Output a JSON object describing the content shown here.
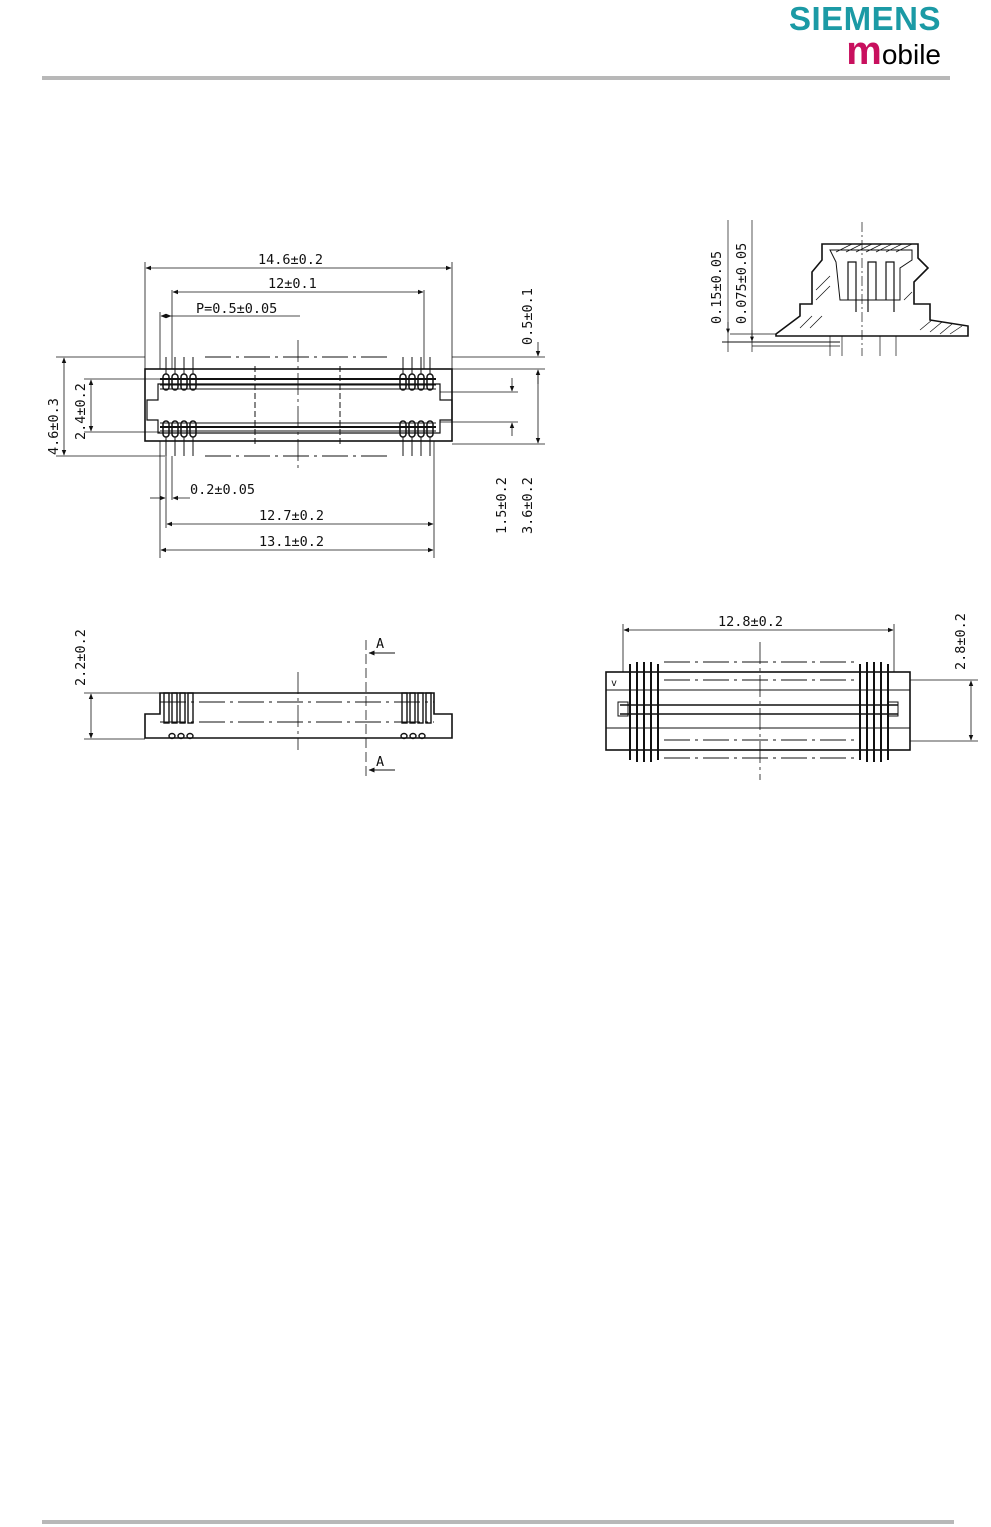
{
  "header": {
    "brand": "SIEMENS",
    "sub_initial": "m",
    "sub_rest": "obile",
    "brand_color": "#1b9aa5",
    "sub_initial_color": "#c8105e"
  },
  "drawing": {
    "top_view": {
      "dim_overall_width": "14.6±0.2",
      "dim_inner_width": "12±0.1",
      "dim_pitch": "P=0.5±0.05",
      "dim_height": "4.6±0.3",
      "dim_row_spacing": "2.4±0.2",
      "dim_pin_width": "0.2±0.05",
      "dim_pad_span": "12.7±0.2",
      "dim_pad_total": "13.1±0.2",
      "dim_offset": "0.5±0.1",
      "dim_mid": "1.5±0.2",
      "dim_total_height": "3.6±0.2"
    },
    "section": {
      "dim_a": "0.15±0.05",
      "dim_b": "0.075±0.05"
    },
    "side_view": {
      "dim_height": "2.2±0.2",
      "section_mark_top": "A",
      "section_mark_bottom": "A"
    },
    "mating_view": {
      "dim_width": "12.8±0.2",
      "dim_height": "2.8±0.2",
      "key_mark": "v"
    }
  }
}
